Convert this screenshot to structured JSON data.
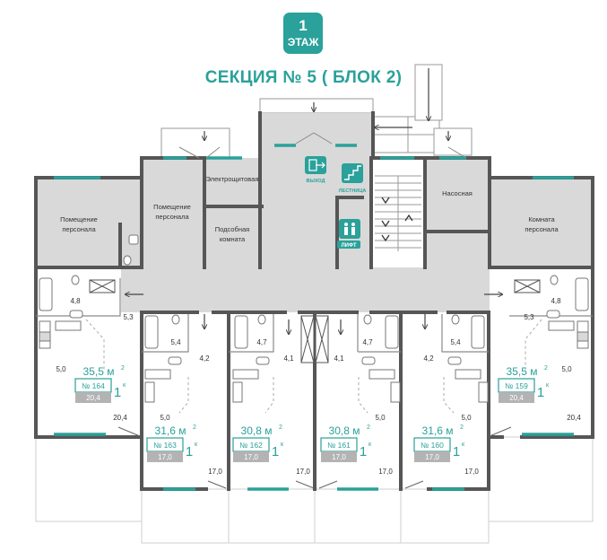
{
  "floor": {
    "number": "1",
    "label": "ЭТАЖ"
  },
  "title": "СЕКЦИЯ № 5 ( БЛОК 2)",
  "rooms": {
    "staff_left": [
      "Помещение",
      "персонала"
    ],
    "staff_mid": [
      "Помещение",
      "персонала"
    ],
    "electrical": "Электрощитовая",
    "utility": [
      "Подсобная",
      "комната"
    ],
    "pump": "Насосная",
    "staff_right": [
      "Комната",
      "персонала"
    ]
  },
  "icons": {
    "exit": "ВЫХОД",
    "stairs": "ЛЕСТНИЦА",
    "lift": "ЛИФТ"
  },
  "area_unit": "м",
  "area_sup": "2",
  "rooms_sup": "к",
  "apartments": [
    {
      "no": "№ 164",
      "area": "35,5",
      "rooms": "1",
      "living": "20,4"
    },
    {
      "no": "№ 163",
      "area": "31,6",
      "rooms": "1",
      "living": "17,0"
    },
    {
      "no": "№ 162",
      "area": "30,8",
      "rooms": "1",
      "living": "17,0"
    },
    {
      "no": "№ 161",
      "area": "30,8",
      "rooms": "1",
      "living": "17,0"
    },
    {
      "no": "№ 160",
      "area": "31,6",
      "rooms": "1",
      "living": "17,0"
    },
    {
      "no": "№ 159",
      "area": "35,5",
      "rooms": "1",
      "living": "20,4"
    }
  ],
  "dims": [
    "4,8",
    "5,3",
    "5,0",
    "20,4",
    "5,4",
    "4,2",
    "5,0",
    "17,0",
    "4,7",
    "4,1",
    "17,0",
    "4,1",
    "4,7",
    "5,0",
    "17,0",
    "5,4",
    "4,2",
    "5,0",
    "17,0",
    "4,8",
    "5,3",
    "5,0",
    "20,4"
  ],
  "colors": {
    "accent": "#2aa19a",
    "wall": "#565656",
    "floor": "#d9d9d9",
    "grey": "#b3b3b3"
  }
}
